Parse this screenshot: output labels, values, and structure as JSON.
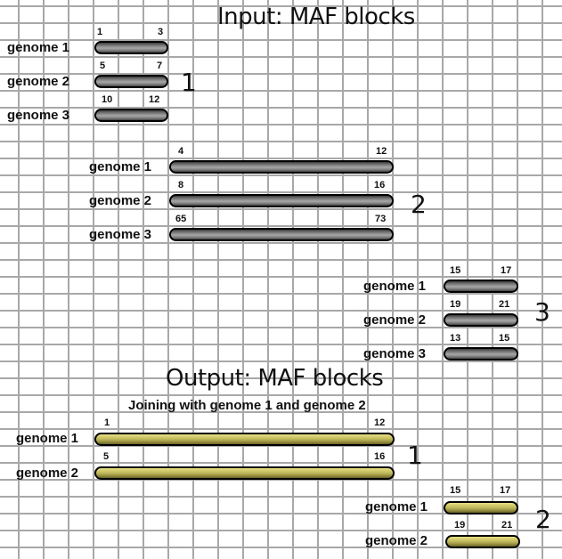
{
  "input": {
    "title": "Input: MAF blocks",
    "blocks": [
      {
        "number": "1",
        "rows": [
          {
            "label": "genome 1",
            "start": "1",
            "end": "3"
          },
          {
            "label": "genome 2",
            "start": "5",
            "end": "7"
          },
          {
            "label": "genome 3",
            "start": "10",
            "end": "12"
          }
        ]
      },
      {
        "number": "2",
        "rows": [
          {
            "label": "genome 1",
            "start": "4",
            "end": "12"
          },
          {
            "label": "genome 2",
            "start": "8",
            "end": "16"
          },
          {
            "label": "genome 3",
            "start": "65",
            "end": "73"
          }
        ]
      },
      {
        "number": "3",
        "rows": [
          {
            "label": "genome 1",
            "start": "15",
            "end": "17"
          },
          {
            "label": "genome 2",
            "start": "19",
            "end": "21"
          },
          {
            "label": "genome 3",
            "start": "13",
            "end": "15"
          }
        ]
      }
    ]
  },
  "output": {
    "title": "Output: MAF blocks",
    "subtitle": "Joining with genome 1 and genome 2",
    "blocks": [
      {
        "number": "1",
        "rows": [
          {
            "label": "genome 1",
            "start": "1",
            "end": "12"
          },
          {
            "label": "genome 2",
            "start": "5",
            "end": "16"
          }
        ]
      },
      {
        "number": "2",
        "rows": [
          {
            "label": "genome 1",
            "start": "15",
            "end": "17"
          },
          {
            "label": "genome 2",
            "start": "19",
            "end": "21"
          }
        ]
      }
    ]
  },
  "colors": {
    "input_bar": "#8a8a8a",
    "output_bar": "#b9b159",
    "grid": "#a8a8a8",
    "background": "#ffffff"
  }
}
